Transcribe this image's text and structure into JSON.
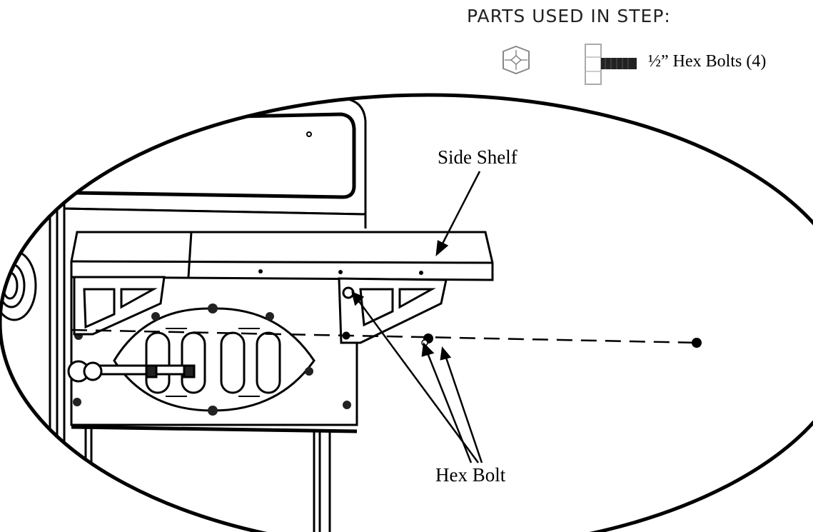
{
  "header": {
    "title": "PARTS USED IN STEP:"
  },
  "parts": [
    {
      "icon": "hex-bolt-head-icon",
      "label": "½” Hex Bolts (4)"
    }
  ],
  "callouts": {
    "side_shelf": "Side Shelf",
    "hex_bolt": "Hex Bolt"
  },
  "colors": {
    "ink": "#000000",
    "background": "#ffffff"
  }
}
